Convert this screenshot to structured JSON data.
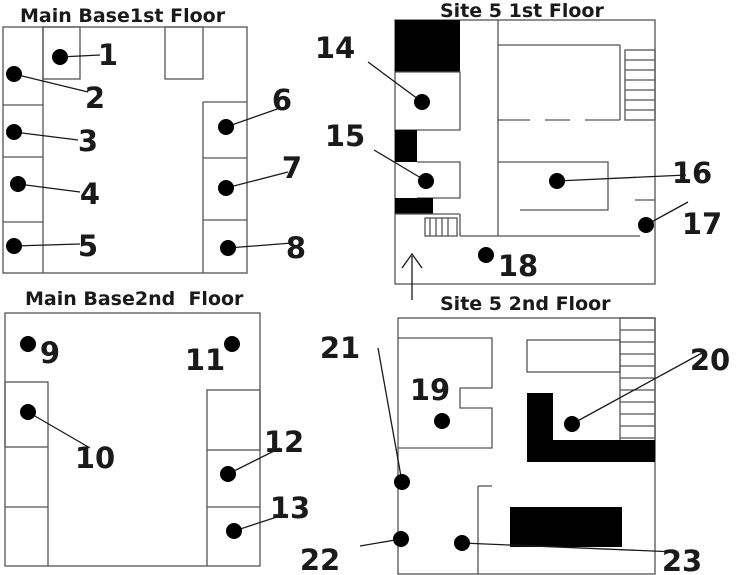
{
  "panels": {
    "main_base_1st": {
      "title": "Main Base1st Floor"
    },
    "site5_1st": {
      "title": "Site 5 1st Floor"
    },
    "main_base_2nd": {
      "title": "Main Base2nd  Floor"
    },
    "site5_2nd": {
      "title": "Site 5 2nd Floor"
    }
  },
  "markers": [
    "1",
    "2",
    "3",
    "4",
    "5",
    "6",
    "7",
    "8",
    "9",
    "10",
    "11",
    "12",
    "13",
    "14",
    "15",
    "16",
    "17",
    "18",
    "19",
    "20",
    "21",
    "22",
    "23"
  ],
  "colors": {
    "ink": "#000000",
    "wall": "#555555",
    "background": "#ffffff"
  },
  "icons": {
    "entrance": "arrow-up-icon"
  }
}
